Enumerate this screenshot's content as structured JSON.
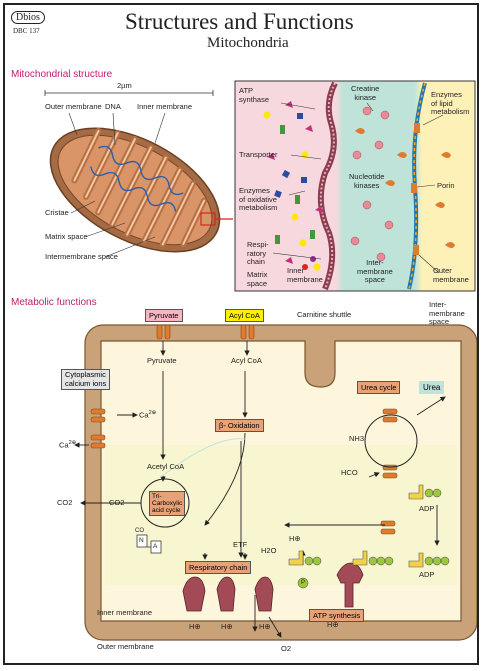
{
  "header": {
    "logo": "Dbios",
    "code": "DBC 137",
    "title": "Structures and Functions",
    "subtitle": "Mitochondria"
  },
  "structure": {
    "section_title": "Mitochondrial structure",
    "scale": "2µm",
    "outer_membrane": "Outer membrane",
    "dna": "DNA",
    "inner_membrane": "Inner membrane",
    "cristae": "Cristae",
    "matrix": "Matrix space",
    "intermembrane": "Intermembrane space",
    "detail": {
      "atp_synthase": [
        "ATP",
        "synthase"
      ],
      "creatine_kinase": [
        "Creatine",
        "kinase"
      ],
      "enzymes_lipid": [
        "Enzymes",
        "of lipid",
        "metabolism"
      ],
      "transporter": "Transporter",
      "nucleotide_kinases": [
        "Nucleotide",
        "kinases"
      ],
      "porin": "Porin",
      "enzymes_oxidative": [
        "Enzymes",
        "of oxidative",
        "metabolism"
      ],
      "resp_chain": [
        "Respi-",
        "ratory",
        "chain"
      ],
      "matrix": [
        "Matrix",
        "space"
      ],
      "inner": [
        "Inner",
        "membrane"
      ],
      "intermembrane": [
        "Inter-",
        "membrane",
        "space"
      ],
      "outer": [
        "Outer",
        "membrane"
      ]
    }
  },
  "metabolic": {
    "section_title": "Metabolic functions",
    "pyruvate_box": "Pyruvate",
    "acyl_box": "Acyl CoA",
    "carnitine": "Carnitine shuttle",
    "intermembrane": [
      "Inter-",
      "membrane",
      "space"
    ],
    "pyruvate": "Pyruvate",
    "acyl": "Acyl CoA",
    "calcium_box": [
      "Cytoplasmic",
      "calcium ions"
    ],
    "ca_in": "Ca",
    "ca_out": "Ca",
    "charge": "2⊕",
    "beta_ox": "β- Oxidation",
    "urea_cycle": "Urea cycle",
    "urea": "Urea",
    "nh3": "NH3",
    "hco3": "HCO",
    "acetyl": "Acetyl CoA",
    "tca": [
      "Tri-",
      "Carboxylic",
      "acid cycle"
    ],
    "co2_a": "CO2",
    "co2_b": "CO2",
    "etf": "ETF",
    "h2o": "H2O",
    "resp_chain": "Respiratory chain",
    "h_plus": "H⊕",
    "adp": "ADP",
    "adp_b": "ADP",
    "p": "P",
    "atp_synthesis": "ATP synthesis",
    "inner_membrane": "Inner membrane",
    "outer_membrane": "Outer membrane",
    "o2": "O2",
    "nad": "N",
    "nad_a": "A",
    "nad_top": "CO"
  },
  "colors": {
    "section": "#c0206e",
    "membrane_fill": "#c9a279",
    "matrix_fill": "#fdf6dc",
    "orange": "#e07a2e",
    "green": "#9cc93a",
    "mint": "#bfe3d9",
    "pink": "#f4b6c0",
    "yellow": "#ffee00"
  }
}
